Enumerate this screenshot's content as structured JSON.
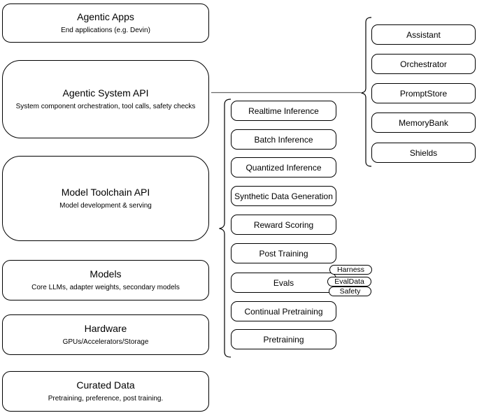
{
  "diagram": {
    "left_column": [
      {
        "title": "Agentic Apps",
        "subtitle": "End applications (e.g. Devin)"
      },
      {
        "title": "Agentic System API",
        "subtitle": "System component orchestration, tool calls, safety checks"
      },
      {
        "title": "Model Toolchain API",
        "subtitle": "Model development & serving"
      },
      {
        "title": "Models",
        "subtitle": "Core LLMs, adapter weights, secondary models"
      },
      {
        "title": "Hardware",
        "subtitle": "GPUs/Accelerators/Storage"
      },
      {
        "title": "Curated Data",
        "subtitle": "Pretraining, preference, post training."
      }
    ],
    "toolchain_components": [
      "Realtime Inference",
      "Batch Inference",
      "Quantized Inference",
      "Synthetic Data Generation",
      "Reward Scoring",
      "Post Training",
      "Evals",
      "Continual Pretraining",
      "Pretraining"
    ],
    "evals_sub_components": [
      "Harness",
      "EvalData",
      "Safety"
    ],
    "system_components": [
      "Assistant",
      "Orchestrator",
      "PromptStore",
      "MemoryBank",
      "Shields"
    ],
    "colors": {
      "stroke": "#000000",
      "fill": "#ffffff",
      "connector": "#666666",
      "background": "#ffffff"
    }
  }
}
